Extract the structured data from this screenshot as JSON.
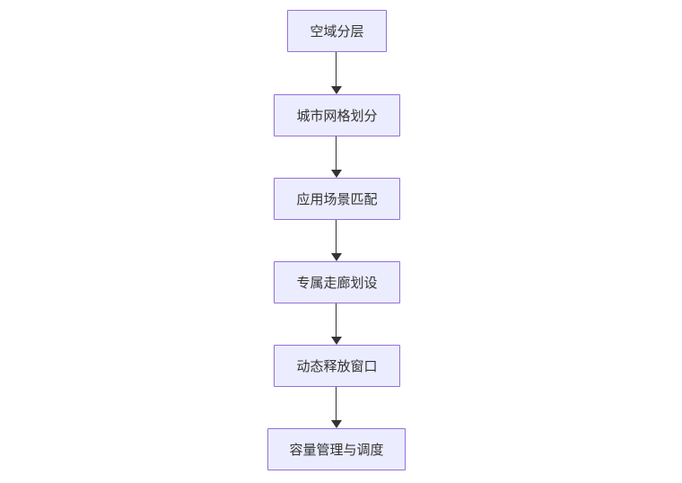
{
  "diagram": {
    "type": "flowchart",
    "direction": "top-down",
    "nodes": [
      {
        "id": "airspace-layering",
        "label": "空域分层"
      },
      {
        "id": "city-grid-division",
        "label": "城市网格划分"
      },
      {
        "id": "scenario-matching",
        "label": "应用场景匹配"
      },
      {
        "id": "corridor-delineation",
        "label": "专属走廊划设"
      },
      {
        "id": "release-window",
        "label": "动态释放窗口"
      },
      {
        "id": "capacity-management",
        "label": "容量管理与调度"
      }
    ],
    "edges": [
      {
        "from": "airspace-layering",
        "to": "city-grid-division"
      },
      {
        "from": "city-grid-division",
        "to": "scenario-matching"
      },
      {
        "from": "scenario-matching",
        "to": "corridor-delineation"
      },
      {
        "from": "corridor-delineation",
        "to": "release-window"
      },
      {
        "from": "release-window",
        "to": "capacity-management"
      }
    ],
    "colors": {
      "node_fill": "#ECECFF",
      "node_border": "#9370DB",
      "edge": "#333333",
      "text": "#333333",
      "background": "#FFFFFF"
    }
  }
}
